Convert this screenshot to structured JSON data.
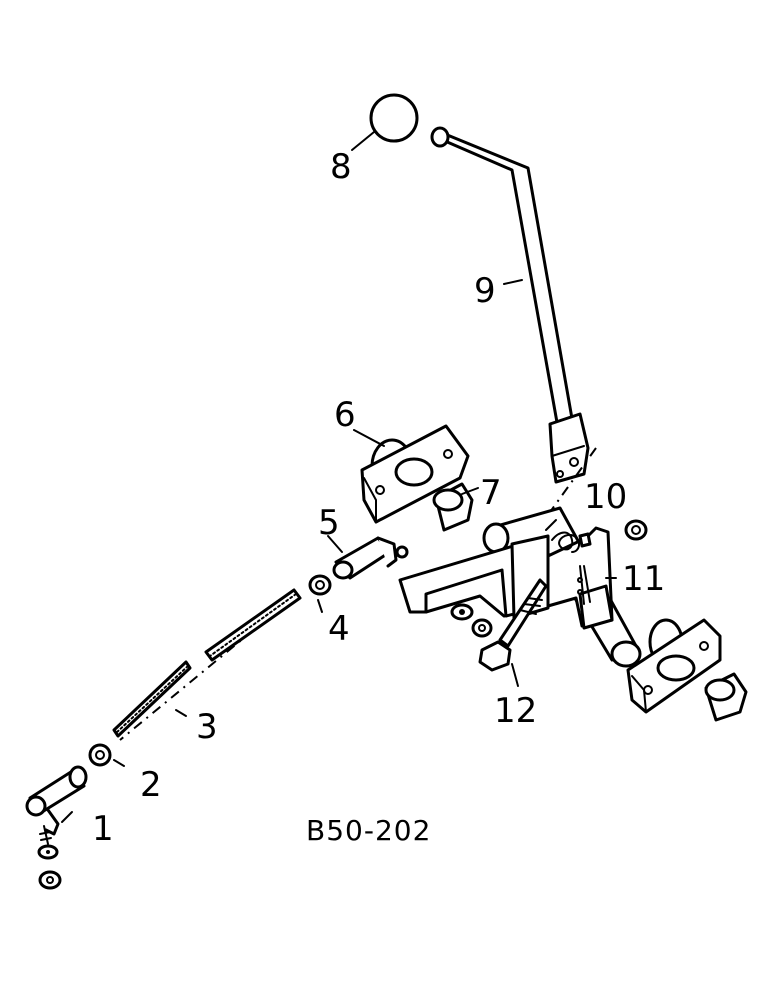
{
  "reference": "B50-202",
  "callouts": [
    {
      "id": "1",
      "text": "1"
    },
    {
      "id": "2",
      "text": "2"
    },
    {
      "id": "3",
      "text": "3"
    },
    {
      "id": "4",
      "text": "4"
    },
    {
      "id": "5",
      "text": "5"
    },
    {
      "id": "6",
      "text": "6"
    },
    {
      "id": "7",
      "text": "7"
    },
    {
      "id": "8",
      "text": "8"
    },
    {
      "id": "9",
      "text": "9"
    },
    {
      "id": "10",
      "text": "10"
    },
    {
      "id": "11",
      "text": "11"
    },
    {
      "id": "12",
      "text": "12"
    }
  ]
}
